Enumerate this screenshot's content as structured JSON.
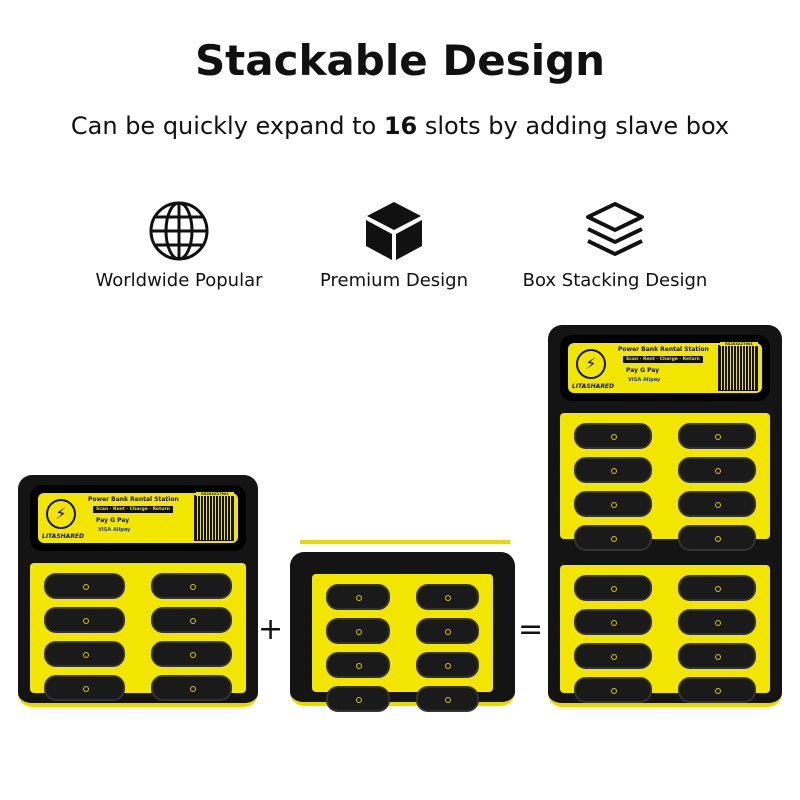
{
  "title": "Stackable Design",
  "subtitle": {
    "before": "Can be quickly expand to ",
    "number": "16",
    "after": " slots by adding slave box"
  },
  "features": [
    {
      "icon": "globe-icon",
      "label": "Worldwide Popular"
    },
    {
      "icon": "cube-icon",
      "label": "Premium Design"
    },
    {
      "icon": "stack-layers-icon",
      "label": "Box Stacking Design"
    }
  ],
  "label": {
    "title": "Power Bank Rental Station",
    "steps": "Scan · Rent · Charge · Return",
    "pay": "Pay  G Pay",
    "pay2": "VISA  Alipay",
    "brand": "LITASHARED",
    "qr_id": "RS20XX27901"
  },
  "operators": {
    "plus": "+",
    "equals": "="
  },
  "colors": {
    "accent": "#f2e600",
    "body": "#141414"
  }
}
